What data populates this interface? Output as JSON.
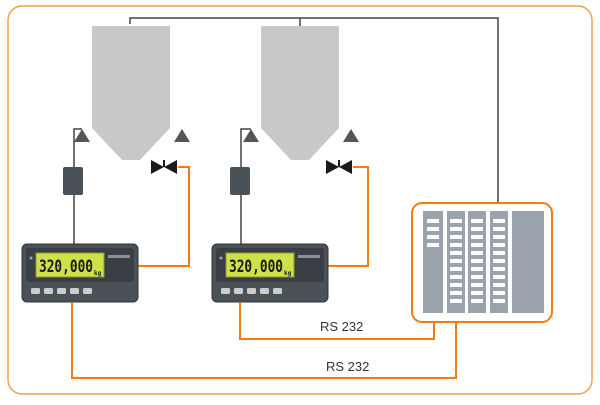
{
  "indicators": [
    {
      "value": "320,000",
      "unit": "kg"
    },
    {
      "value": "320,000",
      "unit": "kg"
    }
  ],
  "links": {
    "upper": "RS 232",
    "lower": "RS 232"
  },
  "colors": {
    "frame": "#f0a04b",
    "signal_line": "#f07d14",
    "cable": "#4a4a4a",
    "silo": "#c8c8c8",
    "lcd": "#cfe04a",
    "indicator_body": "#4b5257",
    "plc_module": "#9aa3ac"
  }
}
